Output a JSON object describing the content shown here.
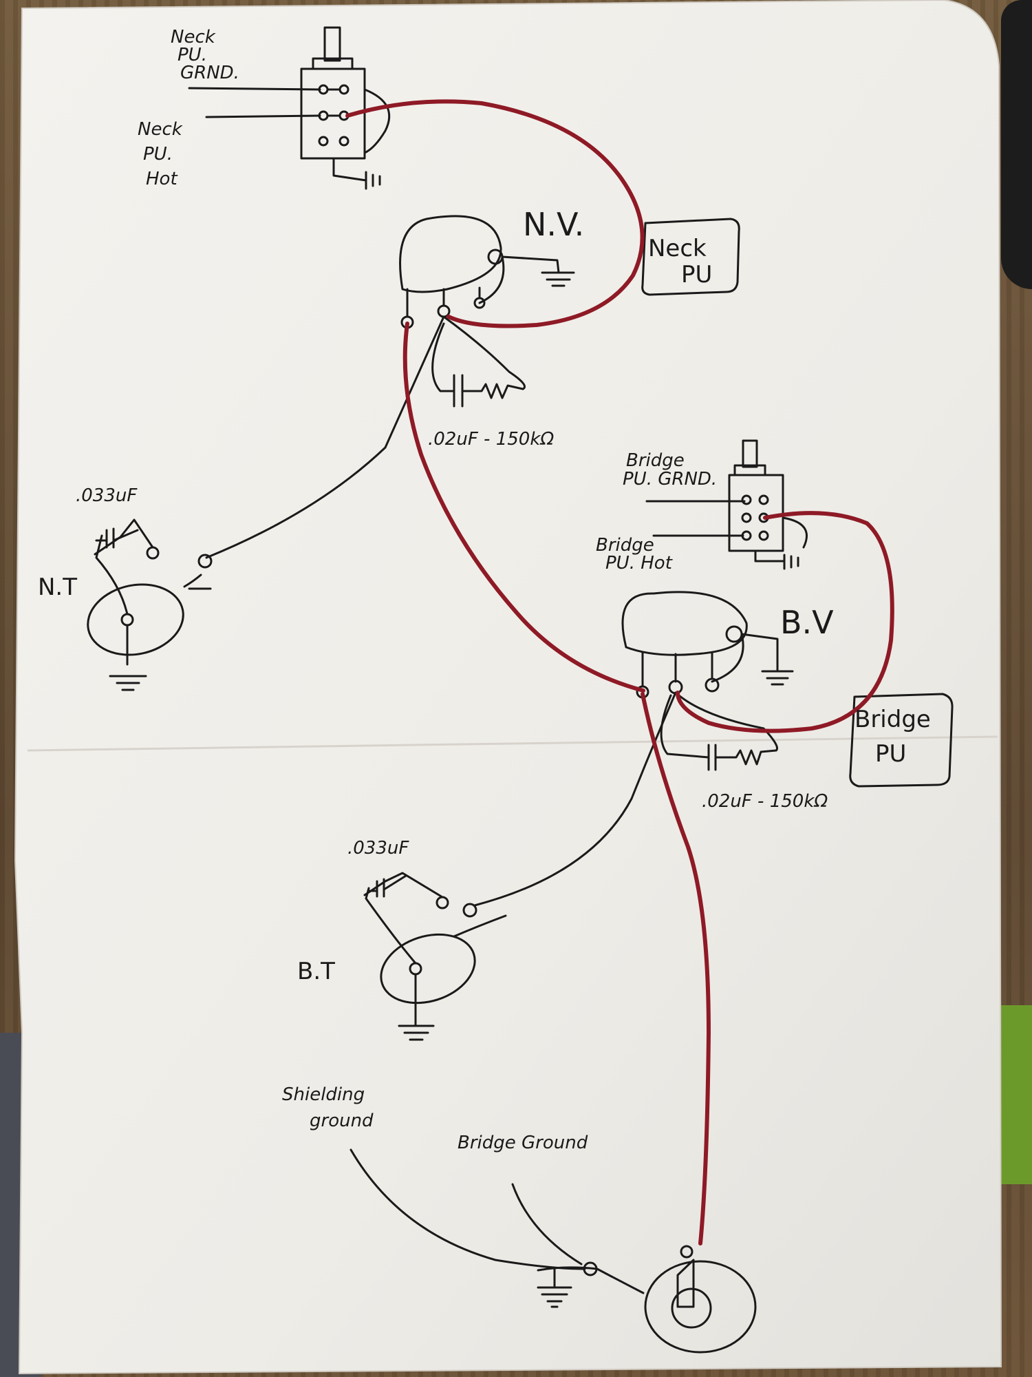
{
  "diagram": {
    "neck_switch": {
      "ground_label": [
        "Neck",
        "PU.",
        "GRND."
      ],
      "hot_label": [
        "Neck",
        "PU.",
        "Hot"
      ]
    },
    "neck_volume": {
      "label": "N.V."
    },
    "neck_pickup_box": {
      "label": [
        "Neck",
        "PU"
      ]
    },
    "neck_cap": {
      "label": ".02uF - 150kΩ"
    },
    "neck_tone": {
      "label": "N.T",
      "cap_label": ".033uF"
    },
    "bridge_switch": {
      "ground_label": [
        "Bridge",
        "PU. GRND."
      ],
      "hot_label": [
        "Bridge",
        "PU. Hot"
      ]
    },
    "bridge_volume": {
      "label": "B.V"
    },
    "bridge_pickup_box": {
      "label": [
        "Bridge",
        "PU"
      ]
    },
    "bridge_cap": {
      "label": ".02uF - 150kΩ"
    },
    "bridge_tone": {
      "label": "B.T",
      "cap_label": ".033uF"
    },
    "jack": {
      "shielding_label": [
        "Shielding",
        "ground"
      ],
      "bridge_ground_label": "Bridge Ground"
    }
  },
  "colors": {
    "paper": "#f1efeb",
    "ink": "#1a1a1a",
    "hot_wire": "#8e1a26"
  }
}
